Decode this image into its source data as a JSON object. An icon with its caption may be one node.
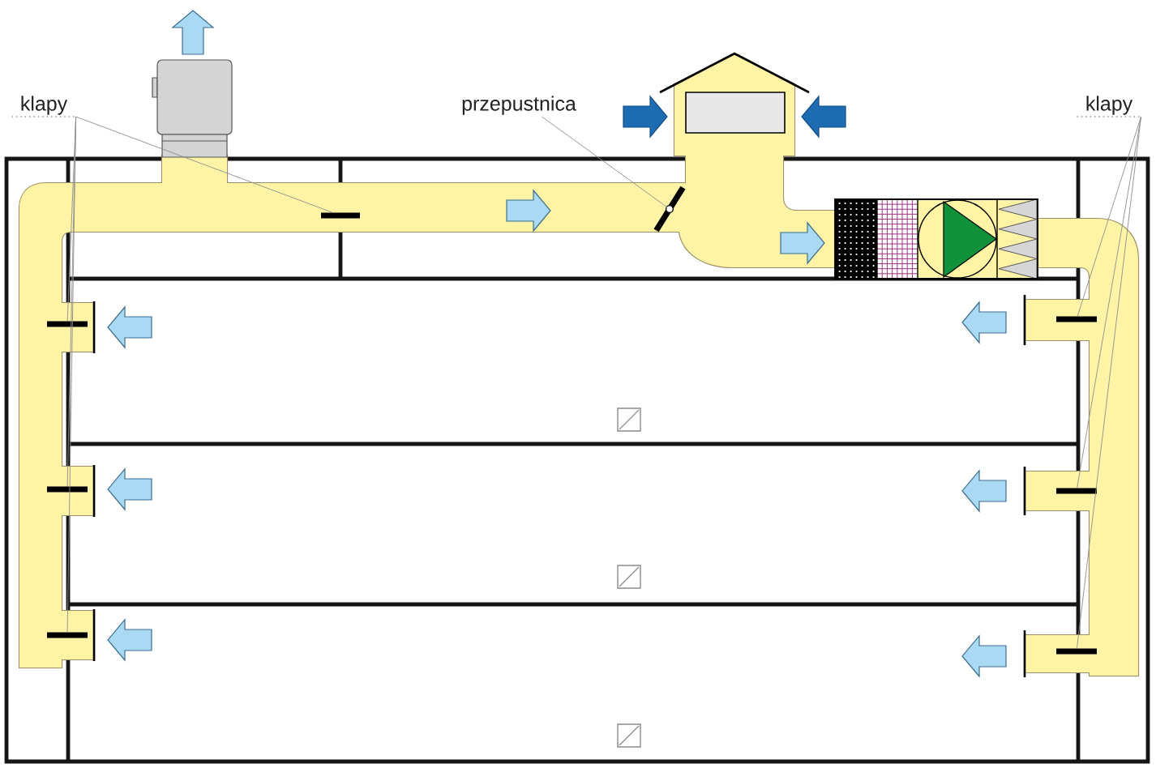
{
  "diagram": {
    "nodes": [
      {
        "text": [
          "klapy"
        ]
      },
      {
        "text": [
          "przepustnica"
        ]
      },
      {
        "text": [
          "klapy"
        ]
      },
      {
        "text": [],
        "shape": "bar"
      },
      {
        "text": [],
        "shape": "bar"
      },
      {
        "text": [],
        "shape": "bar"
      },
      {
        "text": [],
        "shape": "bar"
      },
      {
        "text": [],
        "shape": "bar"
      },
      {
        "text": [],
        "shape": "bar"
      },
      {
        "text": [],
        "shape": "bar"
      },
      {
        "text": [],
        "shape": "bar"
      }
    ],
    "edges": [
      {
        "from": 0,
        "to": 3,
        "arrow": "none"
      },
      {
        "from": 0,
        "to": 4,
        "arrow": "none"
      },
      {
        "from": 0,
        "to": 5,
        "arrow": "none"
      },
      {
        "from": 0,
        "to": 6,
        "arrow": "none"
      },
      {
        "from": 1,
        "to": 7,
        "arrow": "none"
      },
      {
        "from": 2,
        "to": 8,
        "arrow": "none"
      },
      {
        "from": 2,
        "to": 9,
        "arrow": "none"
      },
      {
        "from": 2,
        "to": 10,
        "arrow": "none"
      }
    ]
  }
}
